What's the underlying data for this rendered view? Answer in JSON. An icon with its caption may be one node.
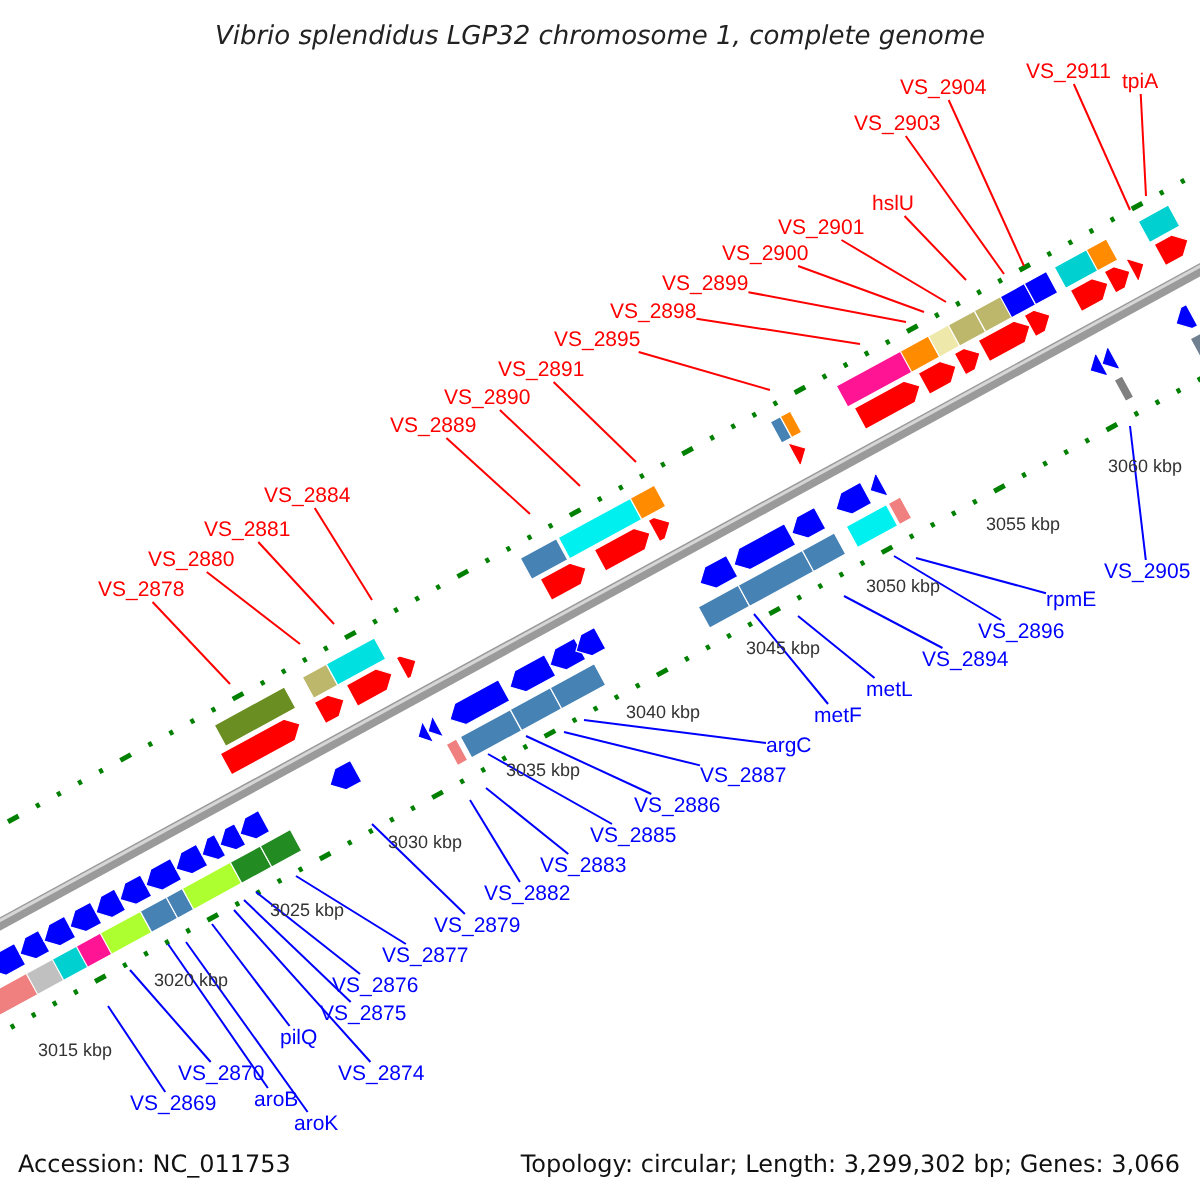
{
  "diagram": {
    "title": "Vibrio splendidus LGP32 chromosome 1, complete genome",
    "nodes": [
      {
        "text": [
          "VS_2911"
        ]
      },
      {
        "text": [
          "tpiA"
        ]
      },
      {
        "text": [
          "VS_2904"
        ]
      },
      {
        "text": [
          "VS_2903"
        ]
      },
      {
        "text": [
          "hslU"
        ]
      },
      {
        "text": [
          "VS_2901"
        ]
      },
      {
        "text": [
          "VS_2900"
        ]
      },
      {
        "text": [
          "VS_2899"
        ]
      },
      {
        "text": [
          "VS_2898"
        ]
      },
      {
        "text": [
          "VS_2895"
        ]
      },
      {
        "text": [
          "VS_2891"
        ]
      },
      {
        "text": [
          "VS_2890"
        ]
      },
      {
        "text": [
          "VS_2889"
        ]
      },
      {
        "text": [
          "VS_2884"
        ]
      },
      {
        "text": [
          "VS_2881"
        ]
      },
      {
        "text": [
          "VS_2880"
        ]
      },
      {
        "text": [
          "VS_2878"
        ]
      },
      {
        "text": [
          "VS_2905"
        ]
      },
      {
        "text": [
          "rpmE"
        ]
      },
      {
        "text": [
          "VS_2896"
        ]
      },
      {
        "text": [
          "VS_2894"
        ]
      },
      {
        "text": [
          "metL"
        ]
      },
      {
        "text": [
          "metF"
        ]
      },
      {
        "text": [
          "argC"
        ]
      },
      {
        "text": [
          "VS_2887"
        ]
      },
      {
        "text": [
          "VS_2886"
        ]
      },
      {
        "text": [
          "VS_2885"
        ]
      },
      {
        "text": [
          "VS_2883"
        ]
      },
      {
        "text": [
          "VS_2882"
        ]
      },
      {
        "text": [
          "VS_2879"
        ]
      },
      {
        "text": [
          "VS_2877"
        ]
      },
      {
        "text": [
          "VS_2876"
        ]
      },
      {
        "text": [
          "VS_2875"
        ]
      },
      {
        "text": [
          "pilQ"
        ]
      },
      {
        "text": [
          "VS_2874"
        ]
      },
      {
        "text": [
          "VS_2870"
        ]
      },
      {
        "text": [
          "aroB"
        ]
      },
      {
        "text": [
          "VS_2869"
        ]
      },
      {
        "text": [
          "aroK"
        ]
      }
    ],
    "edges": [
      {
        "from": 0,
        "to": null,
        "arrow": "none",
        "color": "#ff0000"
      },
      {
        "from": 1,
        "to": null,
        "arrow": "none",
        "color": "#ff0000"
      },
      {
        "from": 2,
        "to": null,
        "arrow": "none",
        "color": "#ff0000"
      },
      {
        "from": 3,
        "to": null,
        "arrow": "none",
        "color": "#ff0000"
      },
      {
        "from": 4,
        "to": null,
        "arrow": "none",
        "color": "#ff0000"
      },
      {
        "from": 5,
        "to": null,
        "arrow": "none",
        "color": "#ff0000"
      },
      {
        "from": 6,
        "to": null,
        "arrow": "none",
        "color": "#ff0000"
      },
      {
        "from": 7,
        "to": null,
        "arrow": "none",
        "color": "#ff0000"
      },
      {
        "from": 8,
        "to": null,
        "arrow": "none",
        "color": "#ff0000"
      },
      {
        "from": 9,
        "to": null,
        "arrow": "none",
        "color": "#ff0000"
      },
      {
        "from": 10,
        "to": null,
        "arrow": "none",
        "color": "#ff0000"
      },
      {
        "from": 11,
        "to": null,
        "arrow": "none",
        "color": "#ff0000"
      },
      {
        "from": 12,
        "to": null,
        "arrow": "none",
        "color": "#ff0000"
      },
      {
        "from": 13,
        "to": null,
        "arrow": "none",
        "color": "#ff0000"
      },
      {
        "from": 14,
        "to": null,
        "arrow": "none",
        "color": "#ff0000"
      },
      {
        "from": 15,
        "to": null,
        "arrow": "none",
        "color": "#ff0000"
      },
      {
        "from": 16,
        "to": null,
        "arrow": "none",
        "color": "#ff0000"
      },
      {
        "from": 17,
        "to": null,
        "arrow": "none"
      },
      {
        "from": 18,
        "to": null,
        "arrow": "none"
      },
      {
        "from": 19,
        "to": null,
        "arrow": "none"
      },
      {
        "from": 20,
        "to": null,
        "arrow": "none"
      },
      {
        "from": 21,
        "to": null,
        "arrow": "none"
      },
      {
        "from": 22,
        "to": null,
        "arrow": "none"
      },
      {
        "from": 23,
        "to": null,
        "arrow": "none"
      },
      {
        "from": 24,
        "to": null,
        "arrow": "none"
      },
      {
        "from": 25,
        "to": null,
        "arrow": "none"
      },
      {
        "from": 26,
        "to": null,
        "arrow": "none"
      },
      {
        "from": 27,
        "to": null,
        "arrow": "none"
      },
      {
        "from": 28,
        "to": null,
        "arrow": "none"
      },
      {
        "from": 29,
        "to": null,
        "arrow": "none"
      },
      {
        "from": 30,
        "to": null,
        "arrow": "none"
      },
      {
        "from": 31,
        "to": null,
        "arrow": "none"
      },
      {
        "from": 32,
        "to": null,
        "arrow": "none"
      },
      {
        "from": 33,
        "to": null,
        "arrow": "none"
      },
      {
        "from": 34,
        "to": null,
        "arrow": "none"
      },
      {
        "from": 35,
        "to": null,
        "arrow": "none"
      },
      {
        "from": 36,
        "to": null,
        "arrow": "none"
      },
      {
        "from": 37,
        "to": null,
        "arrow": "none"
      },
      {
        "from": 38,
        "to": null,
        "arrow": "none"
      }
    ],
    "labels": [
      "3060 kbp",
      "3055 kbp",
      "3050 kbp",
      "3045 kbp",
      "3040 kbp",
      "3035 kbp",
      "3030 kbp",
      "3025 kbp",
      "3020 kbp",
      "3015 kbp",
      "Accession: NC_011753",
      "Topology: circular; Length: 3,299,302 bp; Genes: 3,066"
    ]
  }
}
